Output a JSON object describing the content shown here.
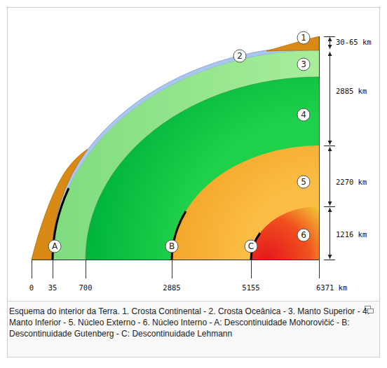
{
  "diagram": {
    "caption": "Esquema do interior da Terra. 1. Crosta Continental - 2. Crosta Oceânica - 3. Manto Superior - 4. Manto Inferior - 5. Núcleo Externo - 6. Núcleo Interno - A: Descontinuidade Mohorovičić - B: Descontinuidade Gutenberg - C: Descontinuidade Lehmann",
    "nodes": [
      {
        "text": [
          "1"
        ]
      },
      {
        "text": [
          "2"
        ]
      },
      {
        "text": [
          "3"
        ]
      },
      {
        "text": [
          "4"
        ]
      },
      {
        "text": [
          "5"
        ]
      },
      {
        "text": [
          "6"
        ]
      },
      {
        "text": [
          "A"
        ]
      },
      {
        "text": [
          "B"
        ]
      },
      {
        "text": [
          "C"
        ]
      }
    ],
    "labels": [
      "30-65 km",
      "2885 km",
      "2270 km",
      "1216 km",
      "0",
      "35",
      "700",
      "2885",
      "5155",
      "6371 km"
    ]
  }
}
